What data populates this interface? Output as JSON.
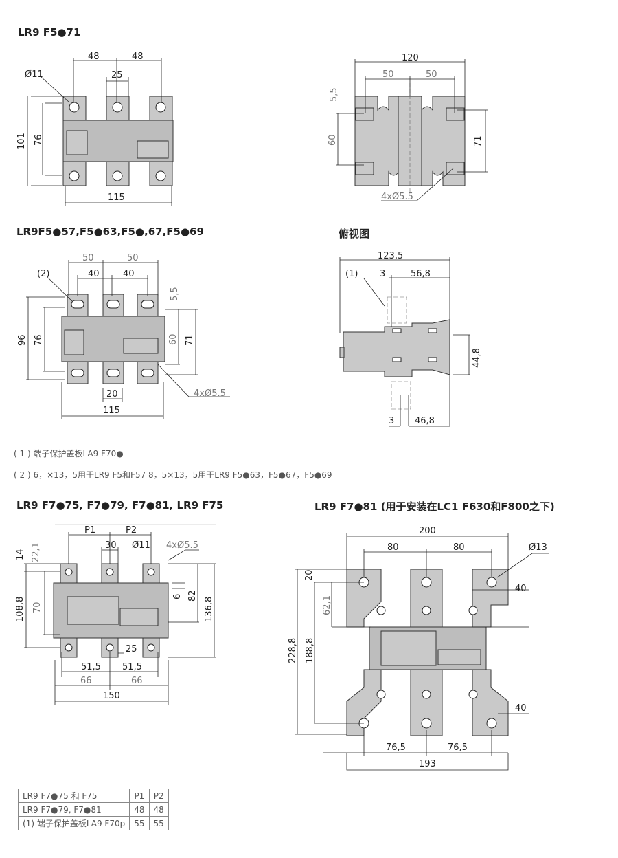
{
  "titles": {
    "d1": "LR9 F5●71",
    "d3": "LR9F5●57,F5●63,F5●,67,F5●69",
    "d4": "俯视图",
    "d5": "LR9 F7●75, F7●79, F7●81, LR9 F75",
    "d6": "LR9 F7●81 (用于安装在LC1 F630和F800之下)"
  },
  "notes": [
    "( 1 ) 端子保护盖板LA9 F70●",
    "( 2 ) 6，×13，5用于LR9 F5和F57 8，5×13，5用于LR9 F5●63，F5●67，F5●69"
  ],
  "d1": [
    "48",
    "48",
    "25",
    "Ø11",
    "101",
    "76",
    "115"
  ],
  "d2": [
    "120",
    "50",
    "50",
    "5,5",
    "60",
    "71",
    "4xØ5.5"
  ],
  "d3": [
    "50",
    "50",
    "40",
    "40",
    "(2)",
    "5,5",
    "96",
    "76",
    "60",
    "71",
    "20",
    "115",
    "4xØ5.5"
  ],
  "d4": [
    "123,5",
    "(1)",
    "3",
    "56,8",
    "44,8",
    "3",
    "46,8"
  ],
  "d5": [
    "P1",
    "P2",
    "30",
    "Ø11",
    "4xØ5.5",
    "14",
    "22,1",
    "108,8",
    "70",
    "6",
    "82",
    "136,8",
    "25",
    "51,5",
    "51,5",
    "66",
    "66",
    "150"
  ],
  "d6": [
    "200",
    "80",
    "80",
    "Ø13",
    "20",
    "62,1",
    "40",
    "228,8",
    "188,8",
    "40",
    "76,5",
    "76,5",
    "193"
  ],
  "table": {
    "rows": [
      [
        "LR9 F7●75 和 F75",
        "P1",
        "P2"
      ],
      [
        "LR9 F7●79, F7●81",
        "48",
        "48"
      ],
      [
        "(1) 端子保护盖板LA9 F70p",
        "55",
        "55"
      ]
    ]
  }
}
